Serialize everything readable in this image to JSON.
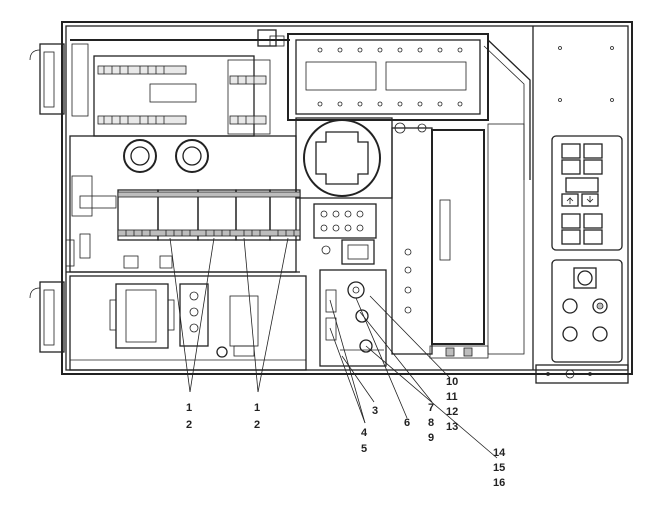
{
  "colors": {
    "line": "#222222",
    "paper": "#ffffff",
    "shade": "#e8e8e8",
    "dark": "#bdbdbd"
  },
  "callouts": {
    "c1a": "1",
    "c2a": "2",
    "c1b": "1",
    "c2b": "2",
    "c3": "3",
    "c4": "4",
    "c5": "5",
    "c6": "6",
    "c7": "7",
    "c8": "8",
    "c9": "9",
    "c10": "10",
    "c11": "11",
    "c12": "12",
    "c13": "13",
    "c14": "14",
    "c15": "15",
    "c16": "16"
  },
  "icons": {
    "arrow_up": "up-arrow-icon",
    "arrow_down": "down-arrow-icon"
  }
}
